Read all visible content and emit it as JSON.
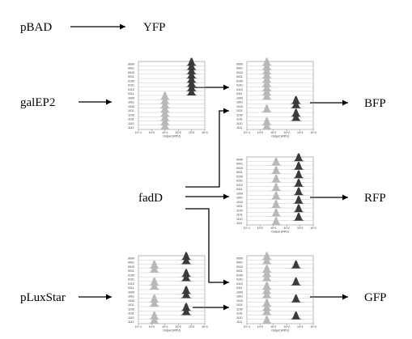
{
  "nodes": {
    "pbad": "pBAD",
    "yfp": "YFP",
    "galep2": "galEP2",
    "bfp": "BFP",
    "fadd": "fadD",
    "rfp": "RFP",
    "pluxstar": "pLuxStar",
    "gfp": "GFP"
  },
  "panels": [
    {
      "id": "galep2-panel",
      "row_labels": [
        "0000",
        "0001",
        "0010",
        "0011",
        "0100",
        "0101",
        "0110",
        "0111",
        "1000",
        "1001",
        "1010",
        "1011",
        "1100",
        "1101",
        "1110",
        "1111"
      ],
      "peaks": [
        3,
        3,
        3,
        3,
        3,
        3,
        3,
        3,
        1,
        1,
        1,
        1,
        1,
        1,
        1,
        1
      ],
      "shades": [
        "dark",
        "dark",
        "dark",
        "dark",
        "dark",
        "dark",
        "dark",
        "dark",
        "light",
        "light",
        "light",
        "light",
        "light",
        "light",
        "light",
        "light"
      ],
      "x_ticks": [
        "10^-1",
        "10^0",
        "10^1",
        "10^2",
        "10^3",
        "10^4"
      ],
      "x_label": "Output (RPU)"
    },
    {
      "id": "bfp-panel",
      "row_labels": [
        "0000",
        "0001",
        "0010",
        "0011",
        "0100",
        "0101",
        "0110",
        "0111",
        "1000",
        "1001",
        "1010",
        "1011",
        "1100",
        "1101",
        "1110",
        "1111"
      ],
      "peaks": [
        0.5,
        0.5,
        0.5,
        0.5,
        0.5,
        0.5,
        0.5,
        0.5,
        0.5,
        2.7,
        2.7,
        0.5,
        2.7,
        2.7,
        0.5,
        0.5
      ],
      "shades": [
        "light",
        "light",
        "light",
        "light",
        "light",
        "light",
        "light",
        "light",
        "light",
        "dark",
        "dark",
        "light",
        "dark",
        "dark",
        "light",
        "light"
      ],
      "x_ticks": [
        "10^-1",
        "10^0",
        "10^1",
        "10^2",
        "10^3",
        "10^4"
      ],
      "x_label": "Output (RPU)"
    },
    {
      "id": "rfp-panel",
      "row_labels": [
        "0000",
        "0001",
        "0010",
        "0011",
        "0100",
        "0101",
        "0110",
        "0111",
        "1000",
        "1001",
        "1010",
        "1011",
        "1100",
        "1101",
        "1110",
        "1111"
      ],
      "peaks": [
        2.9,
        1.2,
        2.9,
        1.2,
        2.9,
        1.2,
        2.9,
        1.2,
        2.9,
        1.2,
        2.9,
        1.2,
        2.9,
        1.2,
        2.9,
        1.2
      ],
      "shades": [
        "dark",
        "light",
        "dark",
        "light",
        "dark",
        "light",
        "dark",
        "light",
        "dark",
        "light",
        "dark",
        "light",
        "dark",
        "light",
        "dark",
        "light"
      ],
      "x_ticks": [
        "10^-1",
        "10^0",
        "10^1",
        "10^2",
        "10^3",
        "10^4"
      ],
      "x_label": "Output (RPU)"
    },
    {
      "id": "pluxstar-panel",
      "row_labels": [
        "0000",
        "0001",
        "0010",
        "0011",
        "0100",
        "0101",
        "0110",
        "0111",
        "1000",
        "1001",
        "1010",
        "1011",
        "1100",
        "1101",
        "1110",
        "1111"
      ],
      "peaks": [
        2.6,
        2.6,
        0.2,
        0.2,
        2.6,
        2.6,
        0.2,
        0.2,
        2.6,
        2.6,
        0.2,
        0.2,
        2.6,
        2.6,
        0.2,
        0.2
      ],
      "shades": [
        "dark",
        "dark",
        "light",
        "light",
        "dark",
        "dark",
        "light",
        "light",
        "dark",
        "dark",
        "light",
        "light",
        "dark",
        "dark",
        "light",
        "light"
      ],
      "x_ticks": [
        "10^-1",
        "10^0",
        "10^1",
        "10^2",
        "10^3",
        "10^4"
      ],
      "x_label": "Output (RPU)"
    },
    {
      "id": "gfp-panel",
      "row_labels": [
        "0000",
        "0001",
        "0010",
        "0011",
        "0100",
        "0101",
        "0110",
        "0111",
        "1000",
        "1001",
        "1010",
        "1011",
        "1100",
        "1101",
        "1110",
        "1111"
      ],
      "peaks": [
        0.5,
        0.5,
        2.7,
        0.5,
        0.5,
        0.5,
        2.7,
        0.5,
        0.5,
        0.5,
        2.7,
        0.5,
        0.5,
        0.5,
        2.7,
        0.5
      ],
      "shades": [
        "light",
        "light",
        "dark",
        "light",
        "light",
        "light",
        "dark",
        "light",
        "light",
        "light",
        "dark",
        "light",
        "light",
        "light",
        "dark",
        "light"
      ],
      "x_ticks": [
        "10^-1",
        "10^0",
        "10^1",
        "10^2",
        "10^3",
        "10^4"
      ],
      "x_label": "Output (RPU)"
    }
  ],
  "colors": {
    "dark": "#3a3a3a",
    "light": "#b8b8b8",
    "line": "#000000",
    "rule": "#c8c8c8"
  }
}
